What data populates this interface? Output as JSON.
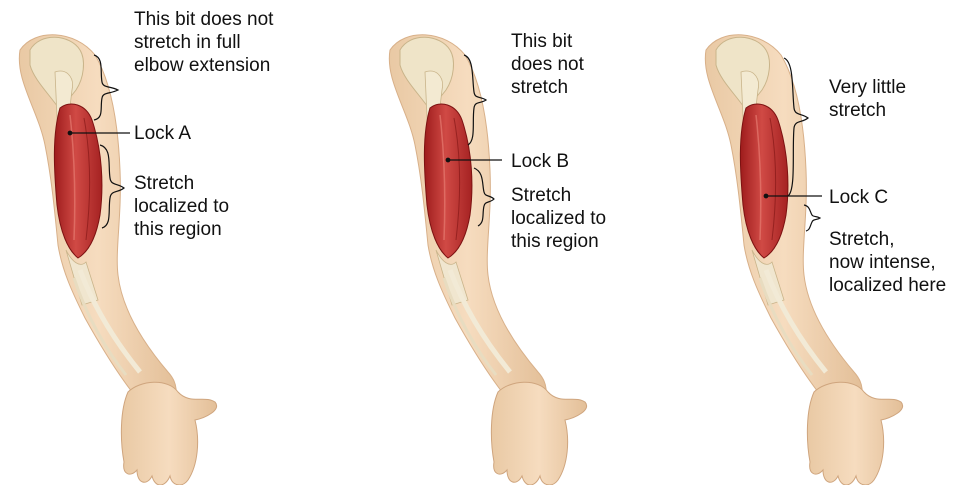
{
  "panels": [
    {
      "top_text": "This bit does not\nstretch in full\nelbow extension",
      "lock_label": "Lock A",
      "stretch_text": "Stretch\nlocalized to\nthis region"
    },
    {
      "top_text": "This bit\ndoes not\nstretch",
      "lock_label": "Lock B",
      "stretch_text": "Stretch\nlocalized to\nthis region"
    },
    {
      "top_text": "Very little\nstretch",
      "lock_label": "Lock C",
      "stretch_text": "Stretch,\nnow intense,\nlocalized here"
    }
  ]
}
